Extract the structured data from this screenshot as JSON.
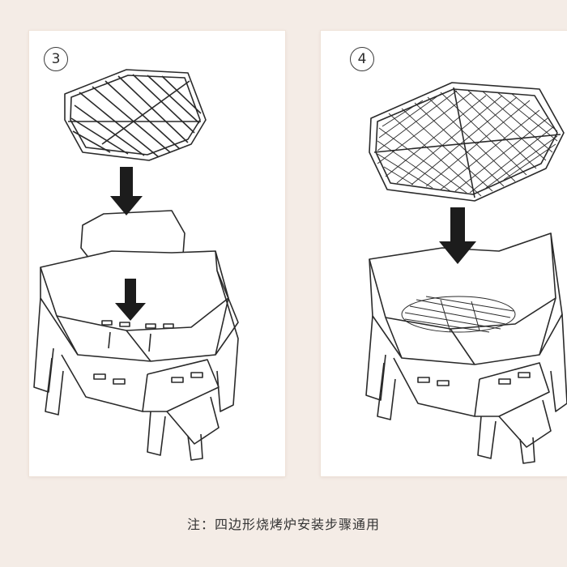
{
  "steps": [
    {
      "number": "3"
    },
    {
      "number": "4"
    }
  ],
  "caption": "注：四边形烧烤炉安装步骤通用",
  "colors": {
    "background": "#f4ece6",
    "panel": "#ffffff",
    "line": "#2a2a2a",
    "arrow": "#1c1c1c"
  }
}
